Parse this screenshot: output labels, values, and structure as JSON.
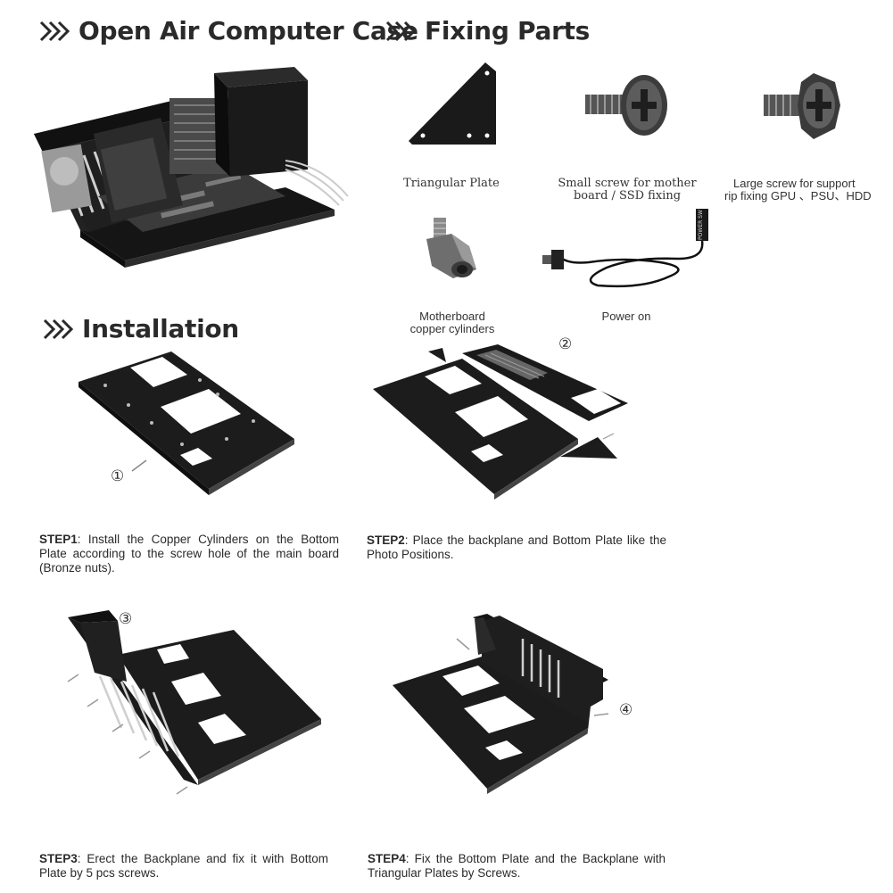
{
  "headings": {
    "case": "Open Air Computer Case",
    "parts": "Fixing Parts",
    "install": "Installation"
  },
  "parts": {
    "triangular_plate": "Triangular Plate",
    "small_screw_line1": "Small screw for mother",
    "small_screw_line2": "board / SSD fixing",
    "large_screw_line1": "Large screw for support",
    "large_screw_line2": "rip fixing GPU 、PSU、HDD",
    "copper_line1": "Motherboard",
    "copper_line2": "copper cylinders",
    "power_on": "Power on",
    "switch_label": "POWER SW"
  },
  "markers": {
    "m1": "①",
    "m2": "②",
    "m3": "③",
    "m4": "④"
  },
  "steps": {
    "s1": {
      "label": "STEP1",
      "text": ": Install the Copper Cylinders on the Bottom Plate according to the screw hole of the main board (Bronze nuts)."
    },
    "s2": {
      "label": "STEP2",
      "text": ": Place the backplane and Bottom Plate like the Photo Positions."
    },
    "s3": {
      "label": "STEP3",
      "text": ": Erect the Backplane and fix it with Bottom Plate by 5 pcs screws."
    },
    "s4": {
      "label": "STEP4",
      "text": ": Fix the Bottom Plate and the Backplane with Triangular Plates by Screws."
    }
  },
  "colors": {
    "heading": "#2a2a2a",
    "metal_dark": "#1b1b1b",
    "metal_mid": "#3a3a3a"
  },
  "icons": {
    "heading_marker": "double-chevron-right-icon"
  }
}
